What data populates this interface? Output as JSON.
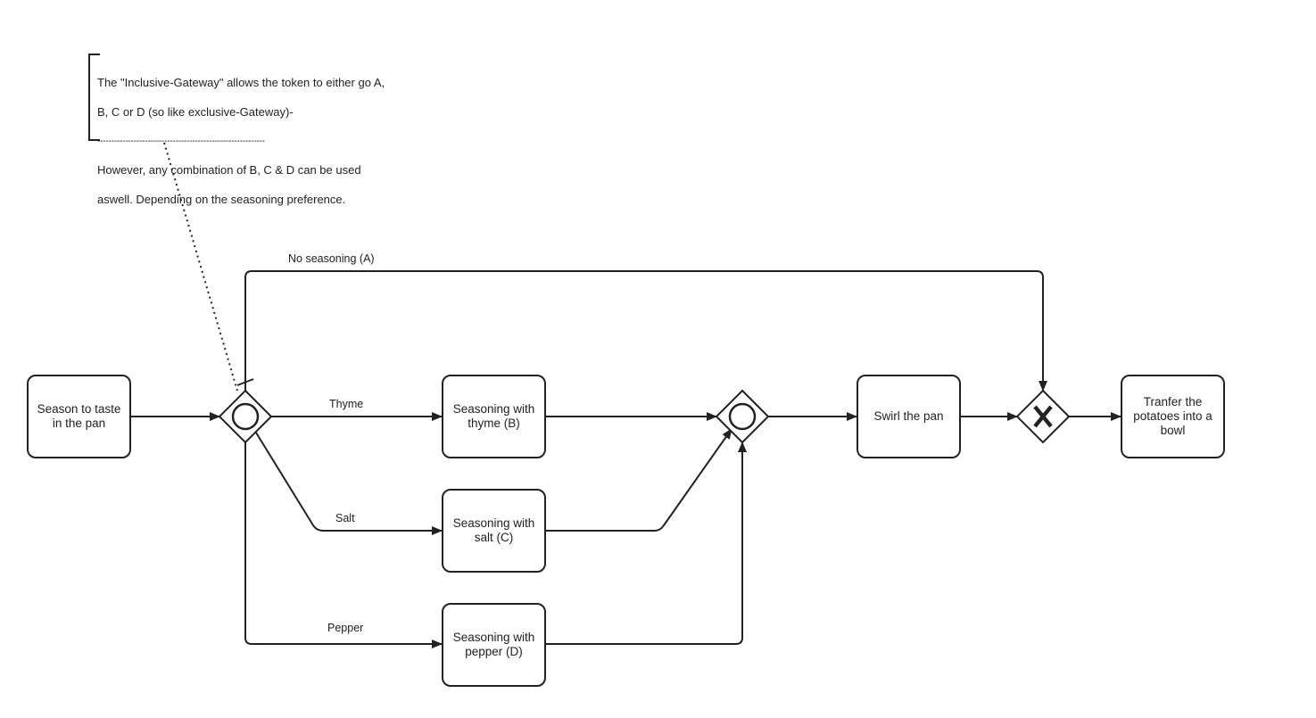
{
  "diagram": {
    "tasks": {
      "season": "Season to taste in the pan",
      "thyme": "Seasoning with thyme (B)",
      "salt": "Seasoning with salt (C)",
      "pepper": "Seasoning with pepper (D)",
      "swirl": "Swirl the pan",
      "transfer": "Tranfer the potatoes into a bowl"
    },
    "flows": {
      "none": "No seasoning (A)",
      "thyme": "Thyme",
      "salt": "Salt",
      "pepper": "Pepper"
    },
    "gateways": {
      "split": "inclusive",
      "merge": "inclusive",
      "final": "exclusive"
    },
    "annotation": {
      "line1": "The \"Inclusive-Gateway\" allows the token to either go A,",
      "line2": "B, C or D (so like exclusive-Gateway)-",
      "line3": "------------------------------------------------------------",
      "line4": "However, any combination of B, C & D can be used",
      "line5": "aswell. Depending on the seasoning preference."
    },
    "colors": {
      "stroke": "#222222",
      "background": "#ffffff"
    }
  }
}
